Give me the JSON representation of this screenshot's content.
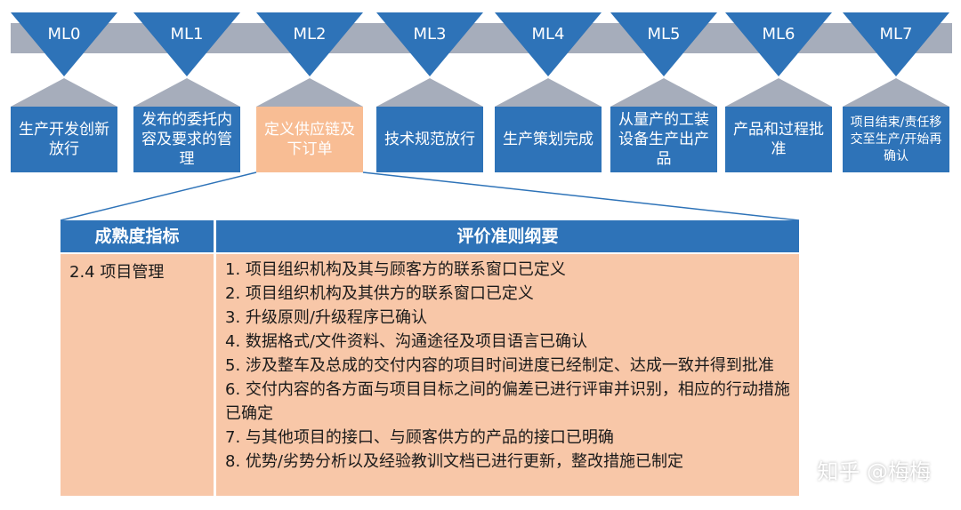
{
  "levels": [
    {
      "code": "ML0",
      "text": "生产开发创新放行",
      "highlight": false
    },
    {
      "code": "ML1",
      "text": "发布的委托内容及要求的管理",
      "highlight": false
    },
    {
      "code": "ML2",
      "text": "定义供应链及下订单",
      "highlight": true
    },
    {
      "code": "ML3",
      "text": "技术规范放行",
      "highlight": false
    },
    {
      "code": "ML4",
      "text": "生产策划完成",
      "highlight": false
    },
    {
      "code": "ML5",
      "text": "从量产的工装设备生产出产品",
      "highlight": false
    },
    {
      "code": "ML6",
      "text": "产品和过程批准",
      "highlight": false
    },
    {
      "code": "ML7",
      "text": "项目结束/责任移交至生产/开始再确认",
      "highlight": false
    }
  ],
  "table": {
    "header_indicator": "成熟度指标",
    "header_criteria": "评价准则纲要",
    "indicator": "2.4 项目管理",
    "criteria": [
      "1. 项目组织机构及其与顾客方的联系窗口已定义",
      "2. 项目组织机构及其供方的联系窗口已定义",
      "3. 升级原则/升级程序已确认",
      "4. 数据格式/文件资料、沟通途径及项目语言已确认",
      "5. 涉及整车及总成的交付内容的项目时间进度已经制定、达成一致并得到批准",
      "6. 交付内容的各方面与项目目标之间的偏差已进行评审并识别，相应的行动措施已确定",
      "7. 与其他项目的接口、与顾客供方的产品的接口已明确",
      "8. 优势/劣势分析以及经验教训文档已进行更新，整改措施已制定"
    ]
  },
  "watermark": "知乎 @梅梅",
  "colors": {
    "blue": "#2e73b8",
    "orange": "#f8bd94",
    "bar": "#a6adbb"
  }
}
